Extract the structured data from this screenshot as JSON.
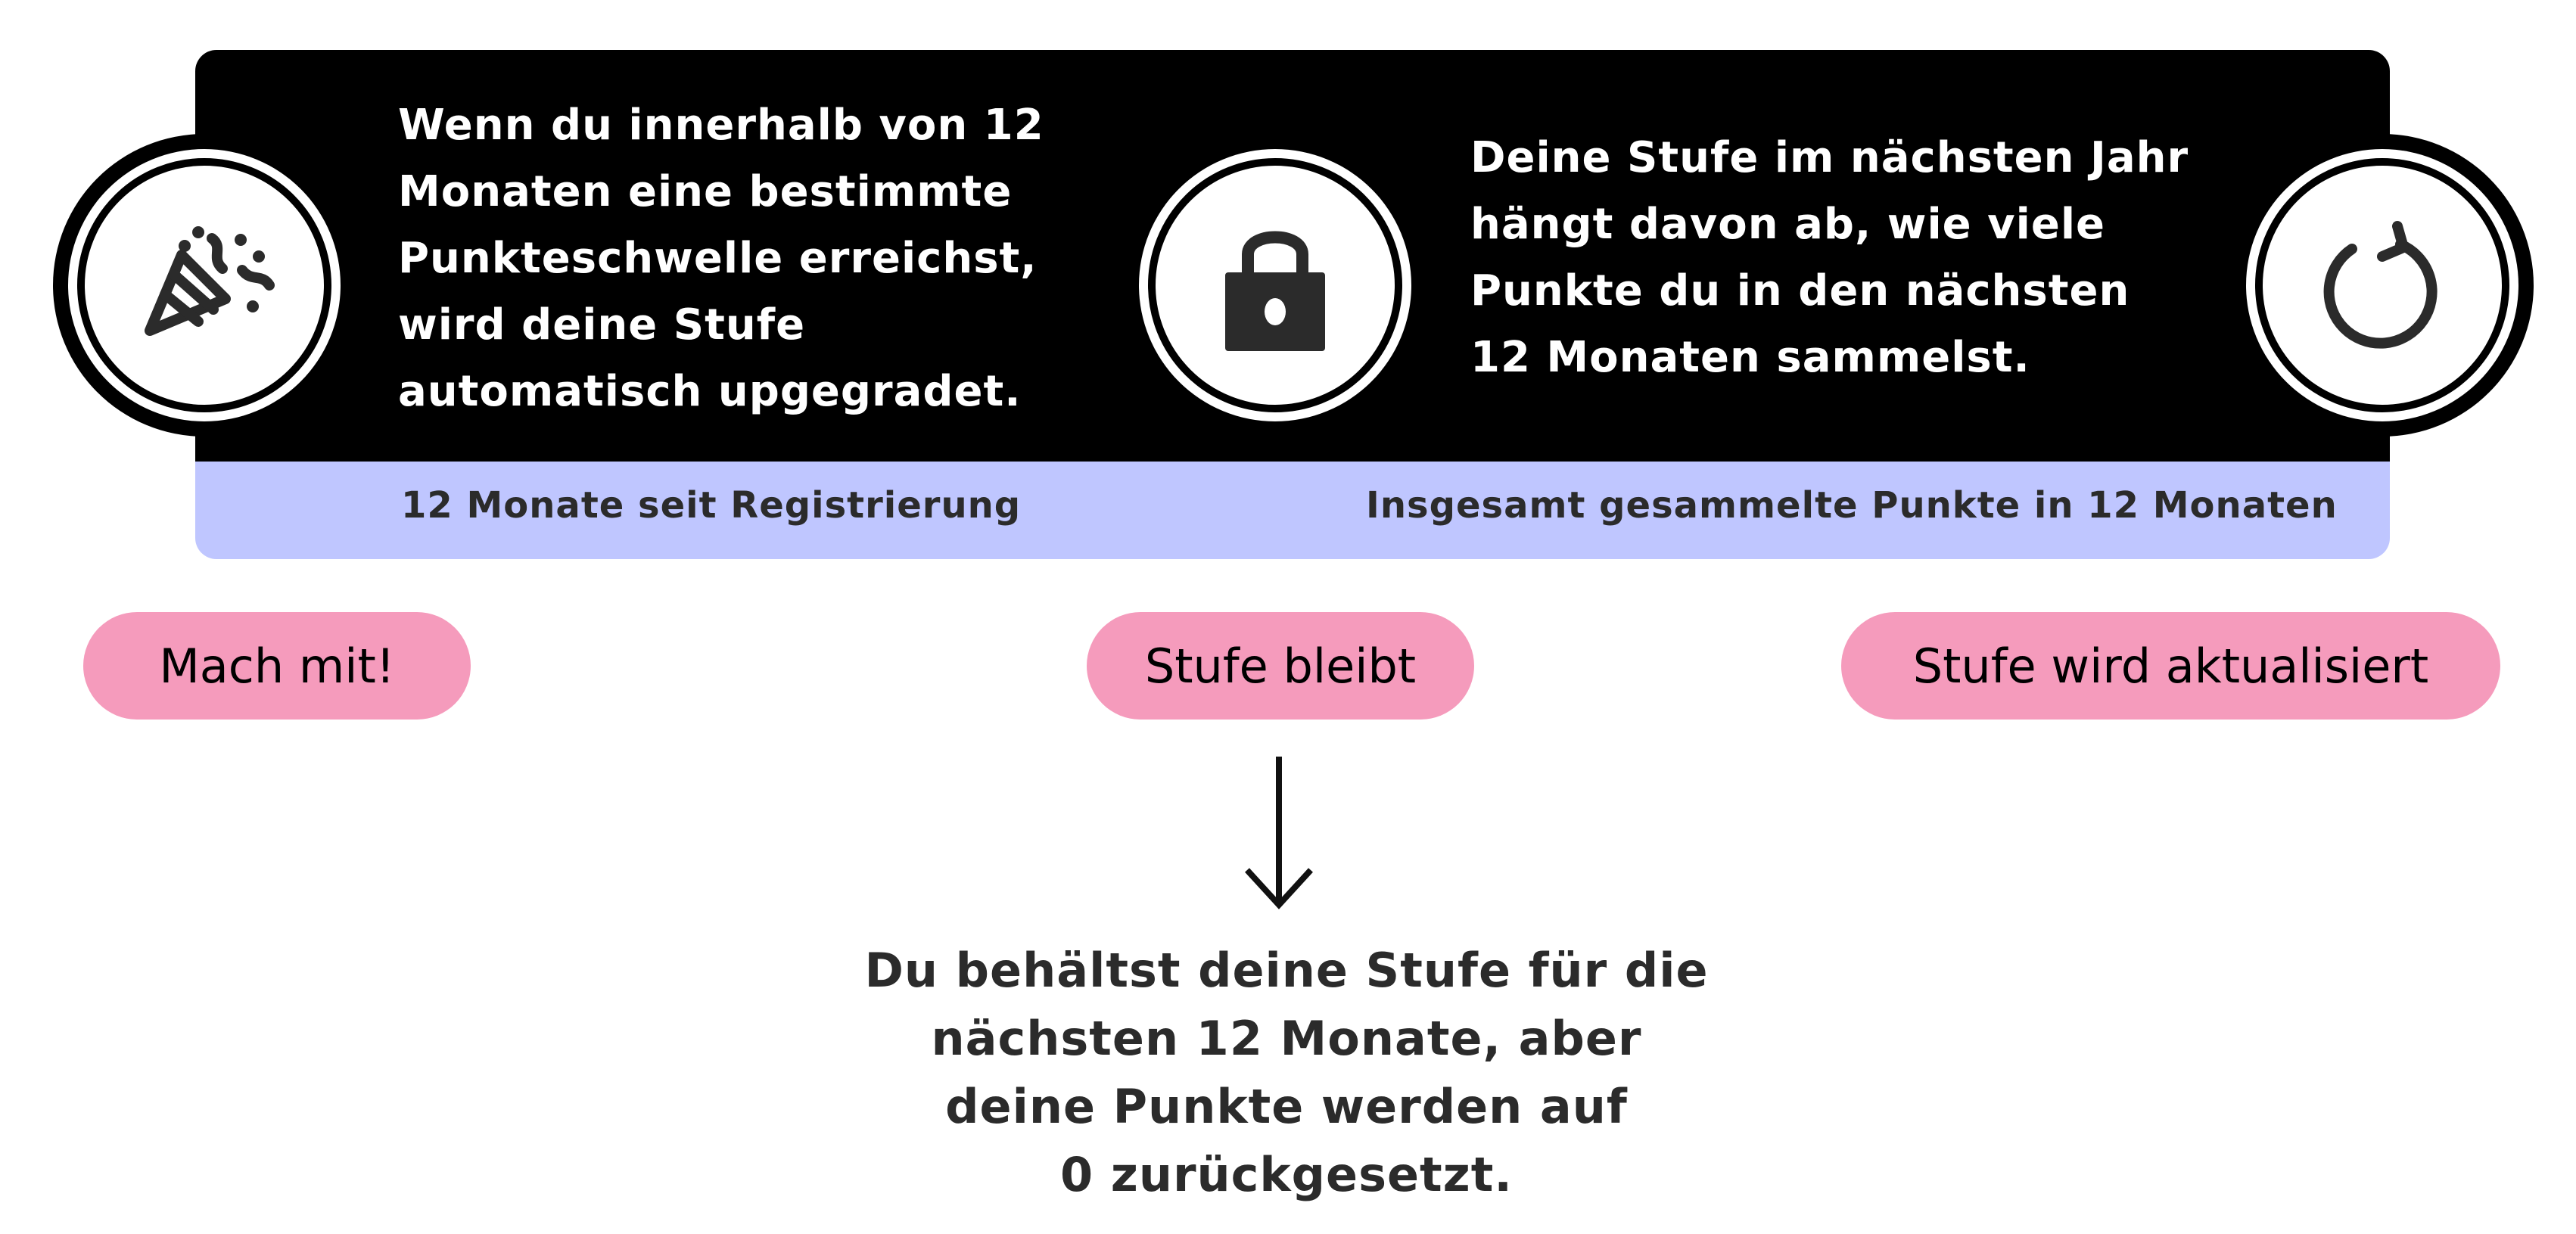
{
  "colors": {
    "banner_dark": "#000000",
    "banner_band": "#bfc6ff",
    "pill": "#f59bbc",
    "text_dark": "#2b2b2b",
    "text_light": "#ffffff"
  },
  "banner": {
    "left_text": "Wenn du innerhalb von 12\nMonaten eine bestimmte\nPunkteschwelle erreichst,\nwird deine Stufe\nautomatisch upgegradet.",
    "right_text": "Deine Stufe im nächsten Jahr\nhängt davon ab, wie viele\nPunkte du in den nächsten\n12 Monaten sammelst.",
    "band_left": "12 Monate seit Registrierung",
    "band_right": "Insgesamt gesammelte Punkte in 12 Monaten"
  },
  "icons": [
    "party-popper-icon",
    "lock-icon",
    "refresh-icon"
  ],
  "pills": {
    "join": "Mach mit!",
    "stays": "Stufe bleibt",
    "update": "Stufe wird aktualisiert"
  },
  "outcome": {
    "text": "Du behältst deine Stufe für die\nnächsten 12 Monate, aber\ndeine Punkte werden auf\n0 zurückgesetzt."
  }
}
